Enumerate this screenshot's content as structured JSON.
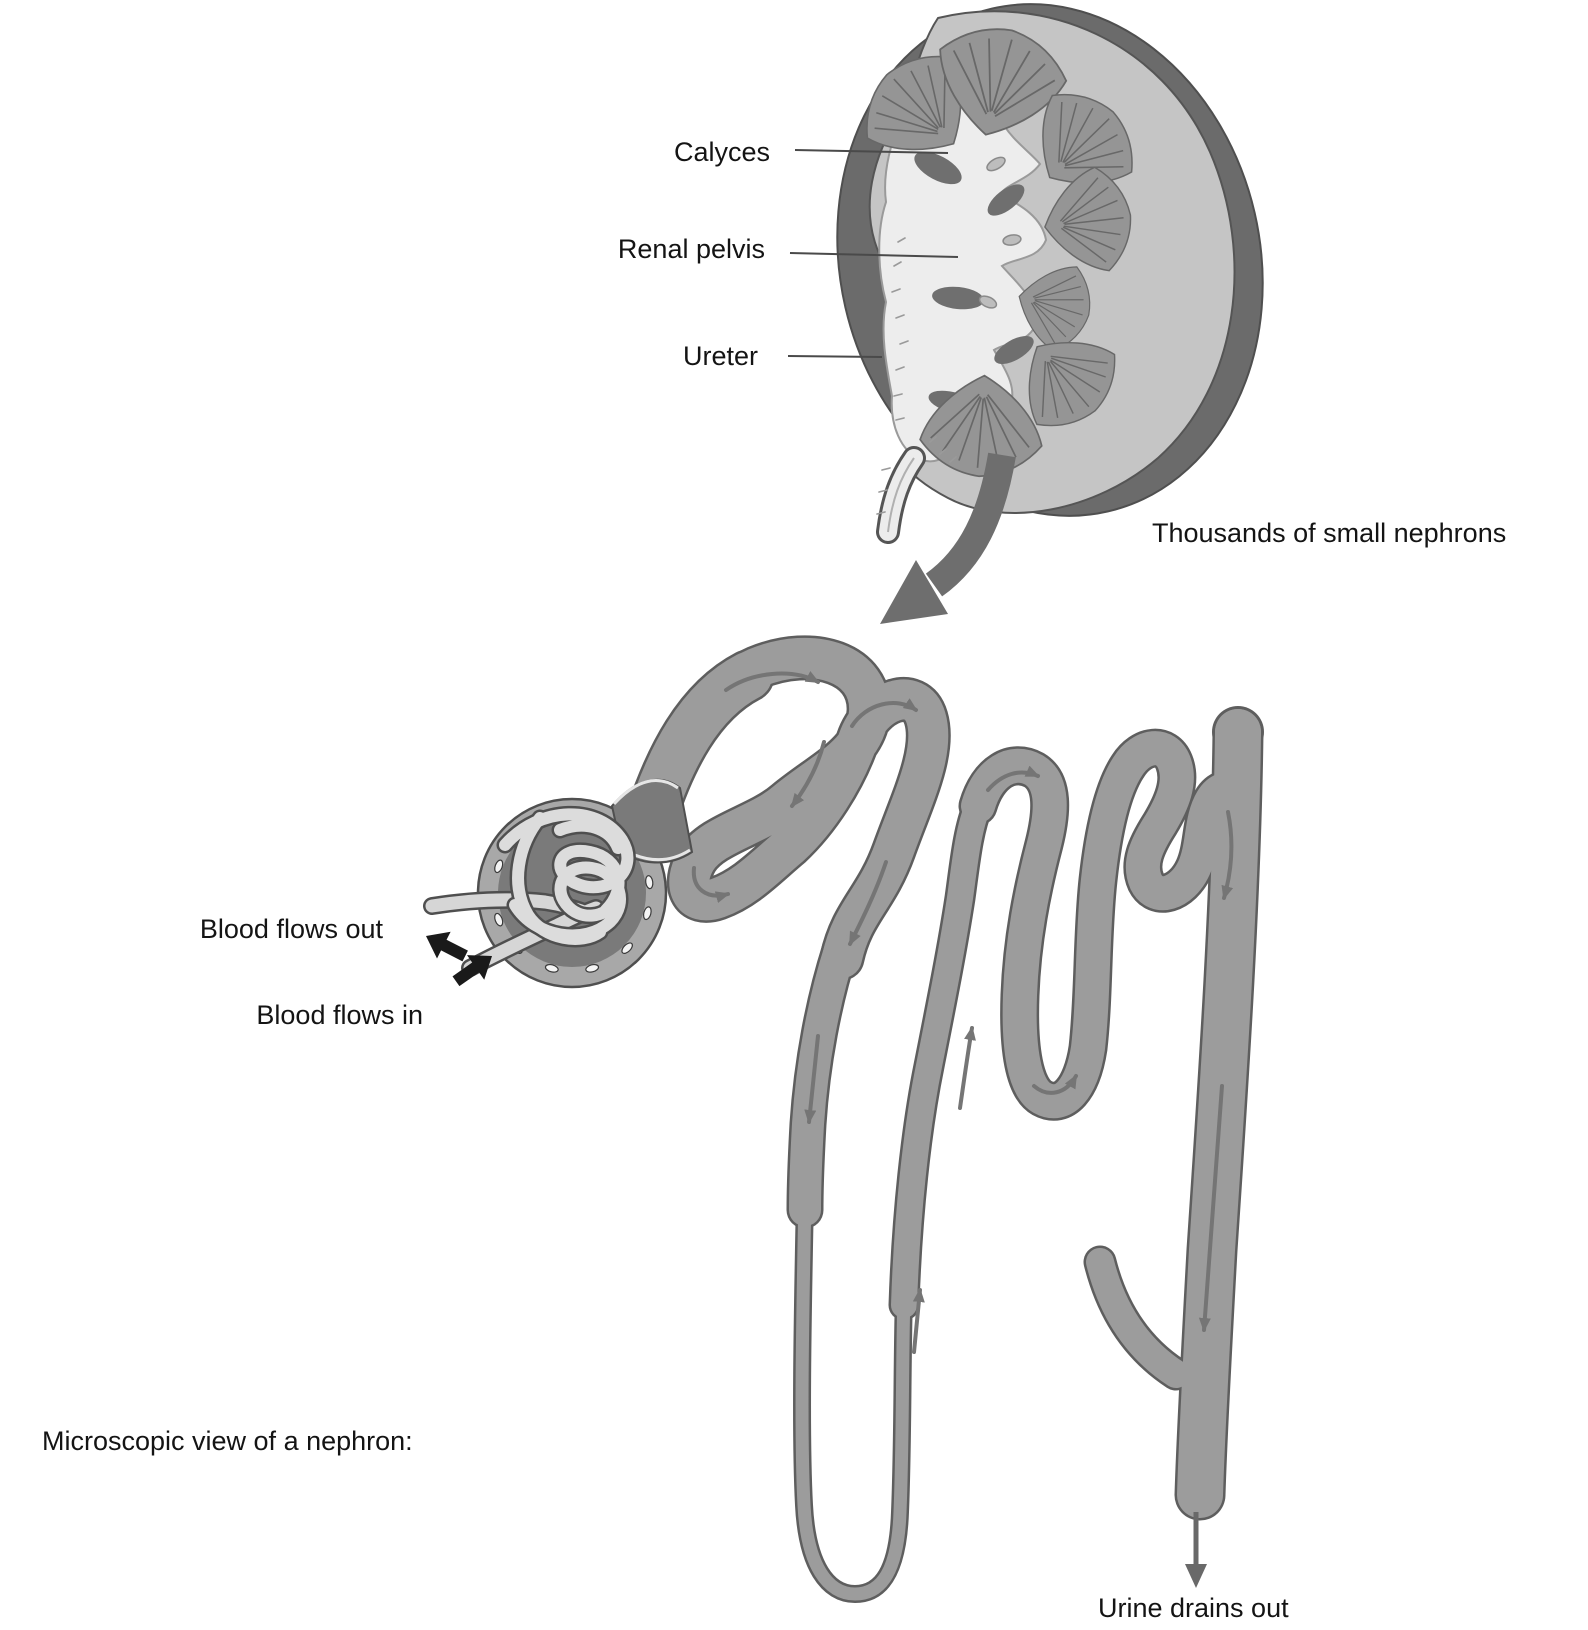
{
  "kidney": {
    "label_calyces": "Calyces",
    "label_renal_pelvis": "Renal pelvis",
    "label_ureter": "Ureter",
    "annotation_nephrons": "Thousands of small nephrons"
  },
  "nephron": {
    "caption": "Microscopic view of a nephron:",
    "label_blood_out": "Blood flows out",
    "label_blood_in": "Blood flows in",
    "label_urine_out": "Urine drains out"
  },
  "icons": {
    "blood_out_arrow": "block-arrow-down-left",
    "blood_in_arrow": "block-arrow-up-right",
    "kidney_to_nephron_arrow": "curved-arrow-down-left",
    "urine_out_arrow": "thin-arrow-down",
    "flow_arrows": "small-arrows-along-tubule"
  },
  "colors": {
    "background": "#ffffff",
    "text_color": "#141414",
    "tubule_fill": "#9c9c9c",
    "tubule_outline": "#5e5e5e",
    "flow_arrow": "#757575",
    "kidney_capsule": "#6b6b6b",
    "kidney_cortex": "#c5c5c5",
    "pyramid": "#959595",
    "pyramid_line": "#686868",
    "pelvis_light": "#ededed",
    "pelvis_stroke": "#9a9a9a",
    "pocket": "#6f6f6f",
    "vessel_light": "#d6d6d6",
    "glom_capsule": "#a8a8a8",
    "glom_inner": "#7a7a7a",
    "tuft_light": "#dcdcdc",
    "tuft_outline": "#4f4f4f",
    "black_arrow": "#1a1a1a",
    "big_arrow": "#6e6e6e",
    "leader_line": "#4a4a4a"
  }
}
